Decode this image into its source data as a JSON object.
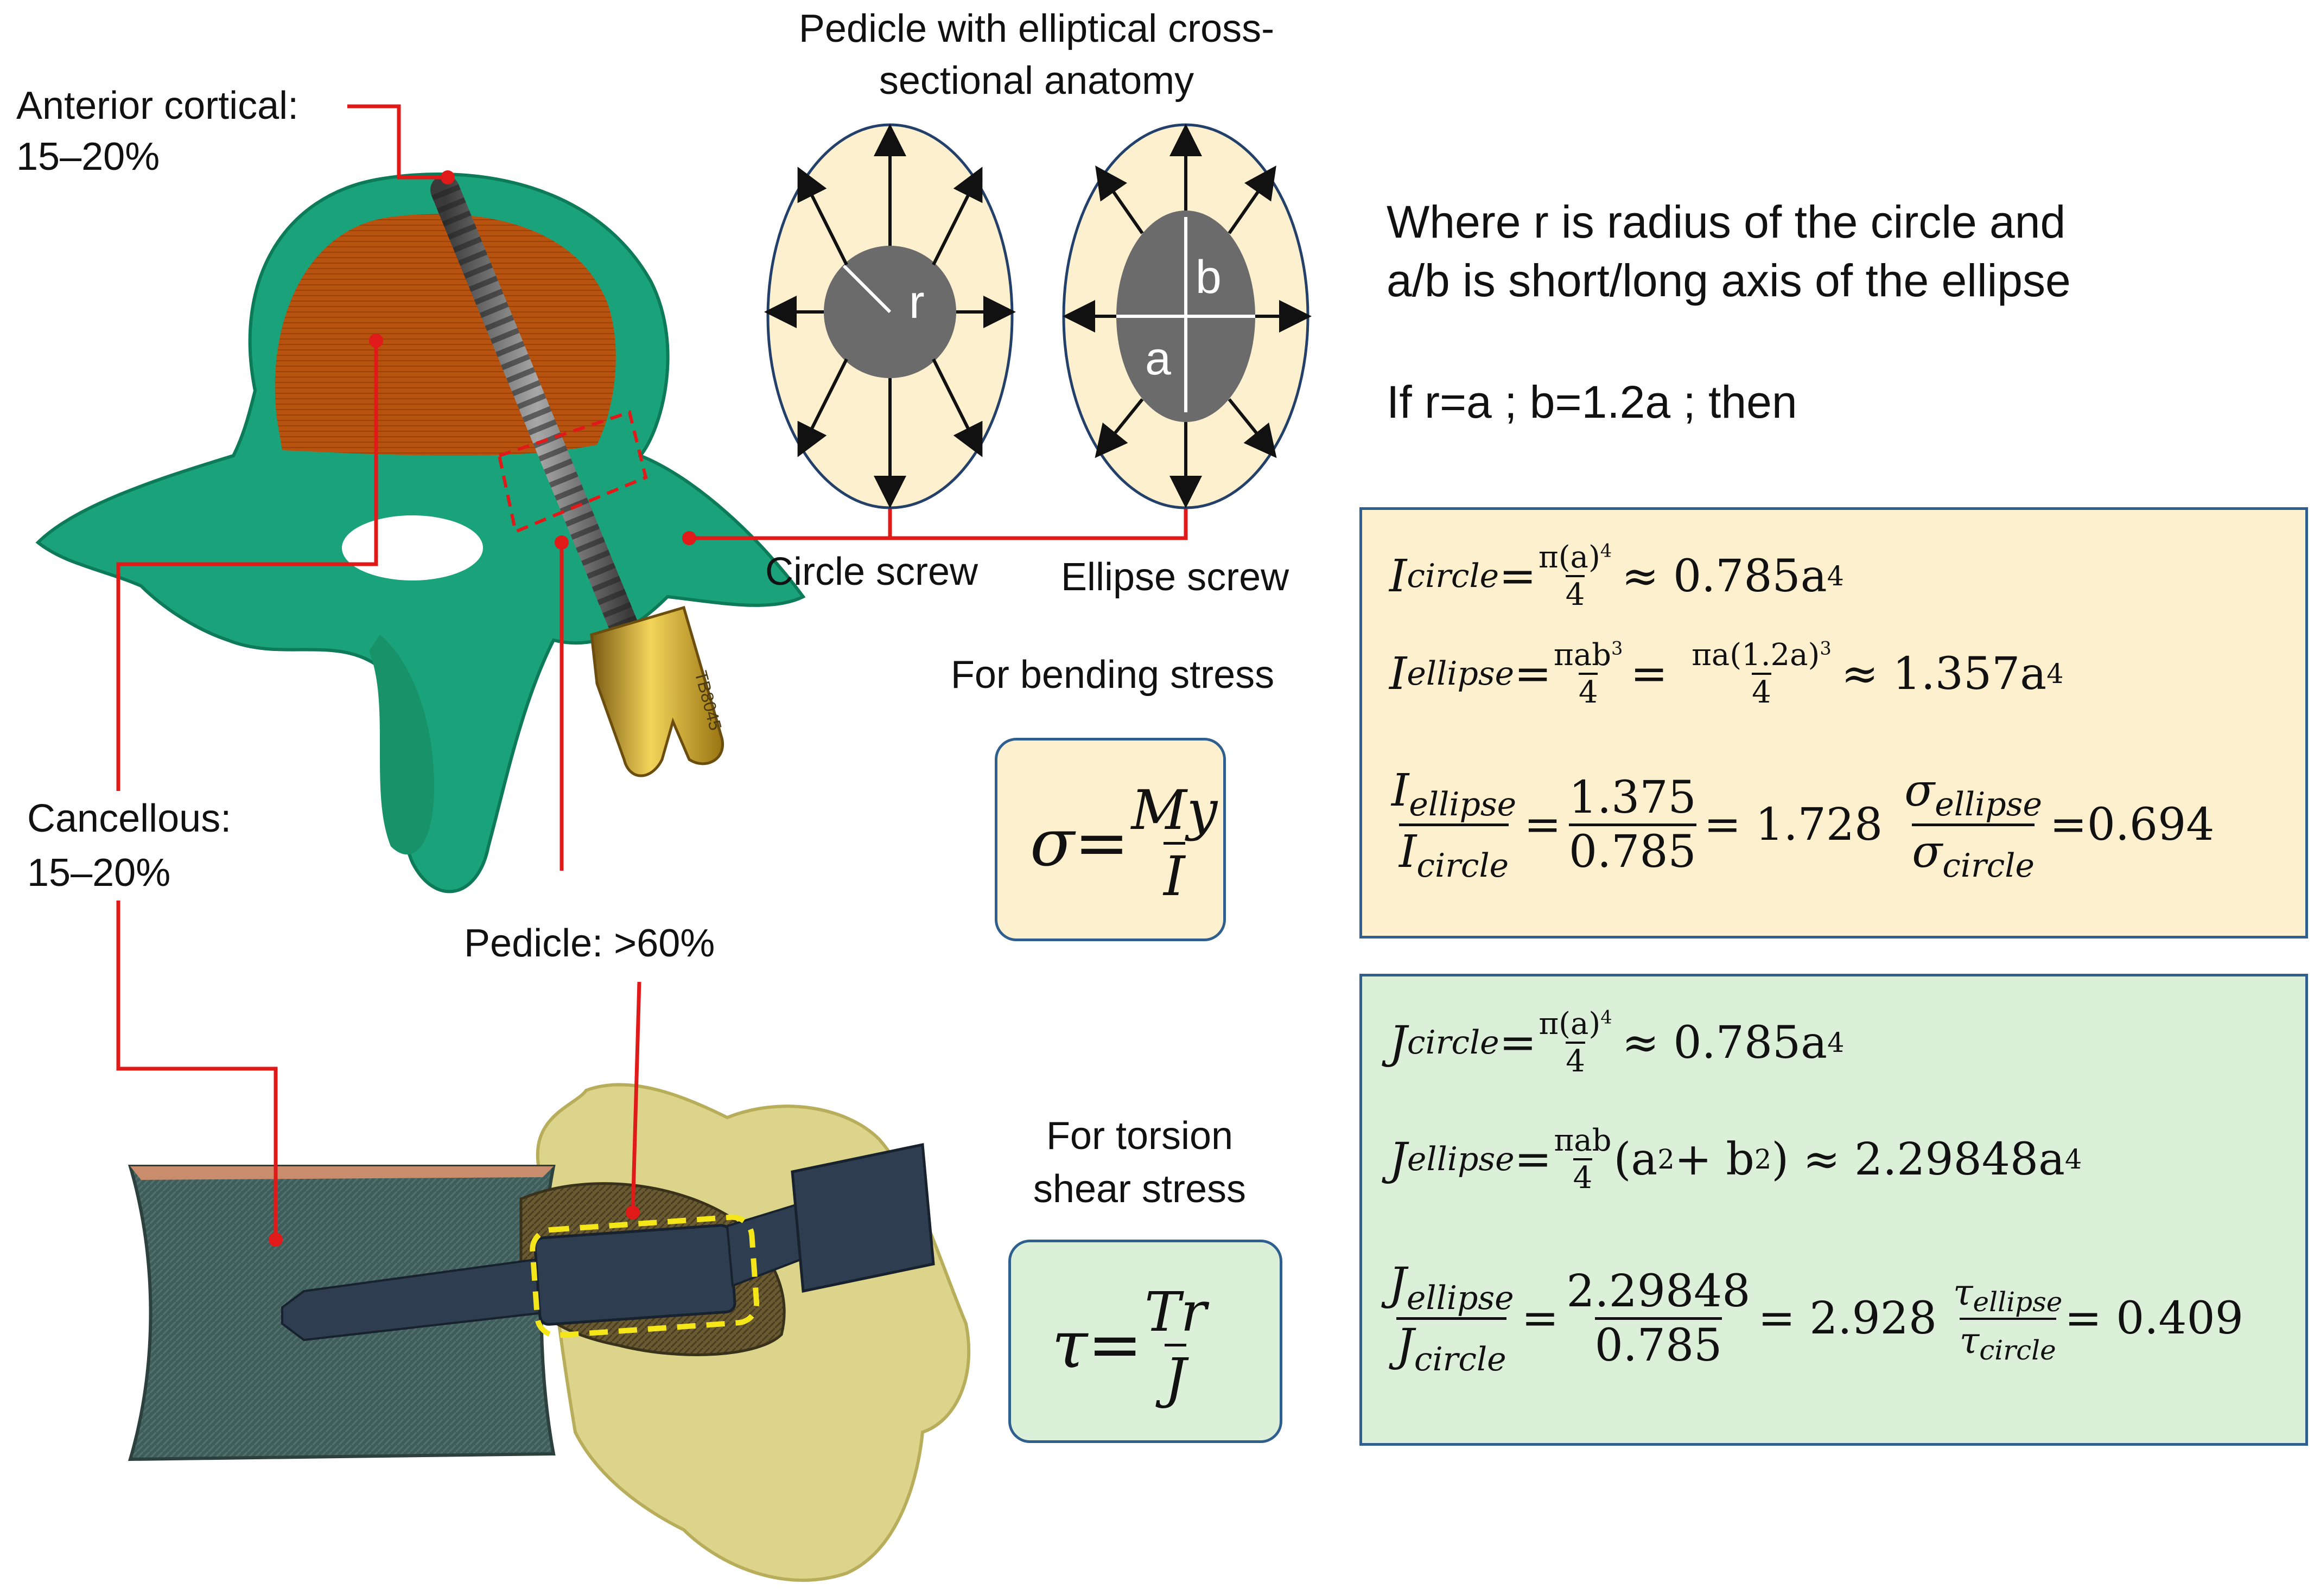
{
  "labels": {
    "anterior_cortical": "Anterior cortical:",
    "anterior_cortical_pct": "15–20%",
    "cancellous": "Cancellous:",
    "cancellous_pct": "15–20%",
    "pedicle": "Pedicle: >60%",
    "pedicle_title_1": "Pedicle with elliptical cross-",
    "pedicle_title_2": "sectional anatomy",
    "circle_screw": "Circle screw",
    "ellipse_screw": "Ellipse screw",
    "circle_r": "r",
    "ellipse_a": "a",
    "ellipse_b": "b",
    "where_1": "Where r is radius of the circle and",
    "where_2": "a/b is short/long axis of the ellipse",
    "if_line": "If r=a ; b=1.2a ; then",
    "bending_title": "For bending stress",
    "torsion_title_1": "For torsion",
    "torsion_title_2": "shear stress",
    "screw_text": "TB8045"
  },
  "bending_formula": {
    "lhs": "σ",
    "num": "My",
    "den": "I"
  },
  "torsion_formula": {
    "lhs": "τ",
    "num": "Tr",
    "den": "J"
  },
  "bending_box": {
    "l1_sub": "circle",
    "l1_num": "π(a)",
    "l1_den": "4",
    "l1_res": "≈ 0.785a",
    "l2_sub": "ellipse",
    "l2_num": "πab",
    "l2_den": "4",
    "l2_num2": "πa(1.2a)",
    "l2_den2": "4",
    "l2_res": "≈ 1.357a",
    "l3_num": "ellipse",
    "l3_den": "circle",
    "l3_n2": "1.375",
    "l3_d2": "0.785",
    "l3_res": "= 1.728",
    "l3_sn": "ellipse",
    "l3_sd": "circle",
    "l3_val": "=0.694"
  },
  "torsion_box": {
    "l1_sub": "circle",
    "l1_num": "π(a)",
    "l1_den": "4",
    "l1_res": "≈ 0.785a",
    "l2_sub": "ellipse",
    "l2_num": "πab",
    "l2_den": "4",
    "l2_mid": "(a",
    "l2_mid2": " + b",
    "l2_res": ") ≈ 2.29848a",
    "l3_num": "ellipse",
    "l3_den": "circle",
    "l3_n2": "2.29848",
    "l3_d2": "0.785",
    "l3_res": "= 2.928",
    "l3_sn": "ellipse",
    "l3_sd": "circle",
    "l3_val": "= 0.409"
  },
  "colors": {
    "leader_red": "#e01919",
    "vertebra_green": "#1aa37a",
    "cancellous_orange": "#b8520f",
    "pedicle_box_fill": "#fdf0cf",
    "screw_gold": "#c9a227",
    "bone_yellow": "#dcd48a",
    "section_blue": "#2e3d4f",
    "box_border": "#2f5f8f"
  }
}
